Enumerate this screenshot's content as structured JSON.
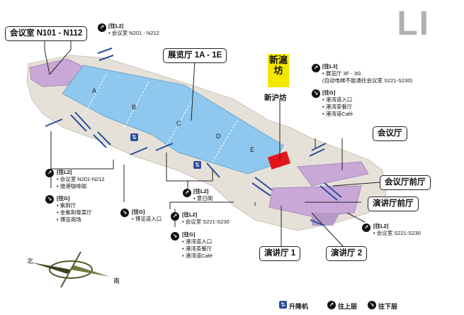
{
  "floor": "LI",
  "brand": {
    "sign_text": "新滬坊",
    "label": "新沪坊"
  },
  "halls": [
    "A",
    "B",
    "C",
    "D",
    "E"
  ],
  "callouts": {
    "meeting_n": "会议室 N101 - N112",
    "exhibition": "展览厅 1A - 1E",
    "conference": "会议厅",
    "conference_foyer": "会议厅前厅",
    "theatre_foyer": "演讲厅前厅",
    "theatre1": "演讲厅 1",
    "theatre2": "演讲厅 2"
  },
  "info": {
    "top_l2": {
      "tag": "[往L2]",
      "lines": [
        "会议室  N201 - N212"
      ]
    },
    "right_l3": {
      "tag": "[往L3]",
      "lines": [
        "展览厅  3F - 3G",
        "(自动电梯不能通往会议室 S221-S230)"
      ]
    },
    "right_g": {
      "tag": "[往G]",
      "lines": [
        "港湾道入口",
        "港湾茶餐厅",
        "港湾道Café"
      ]
    },
    "left_l2": {
      "tag": "[往L2]",
      "lines": [
        "会议室  N201-N212",
        "维港咖啡阁"
      ]
    },
    "left_g": {
      "tag": "[往G]",
      "lines": [
        "紫荆厅",
        "金紫荆粤菜厅",
        "博览商场"
      ]
    },
    "mid_g": {
      "tag": "[往G]",
      "lines": [
        "博览道入口"
      ]
    },
    "mid_l2": {
      "tag": "[往L2]",
      "lines": [
        "意日阁"
      ]
    },
    "bottom_l2": {
      "tag": "[往L2]",
      "lines": [
        "会议室  S221-S230"
      ]
    },
    "bottom_g": {
      "tag": "[往G]",
      "lines": [
        "港湾道入口",
        "港湾茶餐厅",
        "港湾道Café"
      ]
    },
    "right_l2": {
      "tag": "[往L2]",
      "lines": [
        "会议室  S221-S230"
      ]
    }
  },
  "compass": {
    "north": "北",
    "south": "南"
  },
  "legend": {
    "lift": "升降机",
    "up": "往上层",
    "down": "往下层"
  },
  "colors": {
    "exhibition": "#8ec8ee",
    "purple": "#c9a8d8",
    "floor_base": "#e6e1d8",
    "restaurant": "#e4141b",
    "sign": "#f4e600"
  }
}
